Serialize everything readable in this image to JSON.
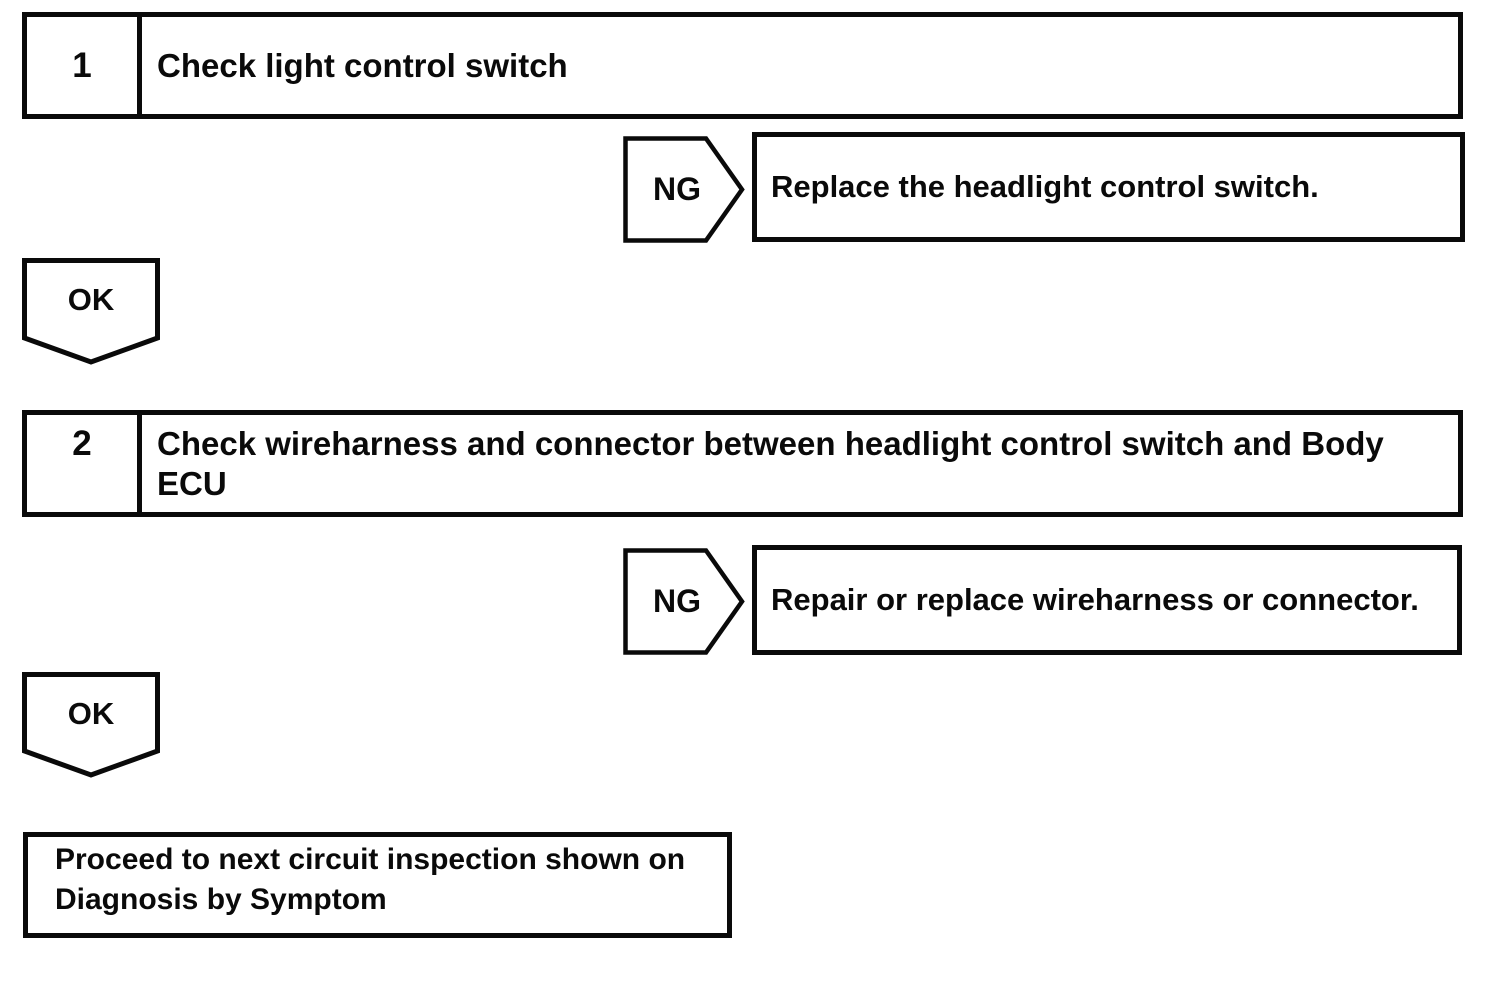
{
  "ink": "#0a0a0a",
  "background": "#ffffff",
  "flowchart": {
    "steps": [
      {
        "number": "1",
        "title": "Check light control switch",
        "ng": {
          "label": "NG",
          "action": "Replace the headlight control switch."
        },
        "ok": {
          "label": "OK"
        }
      },
      {
        "number": "2",
        "title": "Check wireharness and connector between headlight control switch and Body ECU",
        "ng": {
          "label": "NG",
          "action": "Repair or replace wireharness or connector."
        },
        "ok": {
          "label": "OK"
        }
      }
    ],
    "terminal": {
      "text": "Proceed to next circuit inspection shown on Diagnosis by Symptom"
    }
  }
}
